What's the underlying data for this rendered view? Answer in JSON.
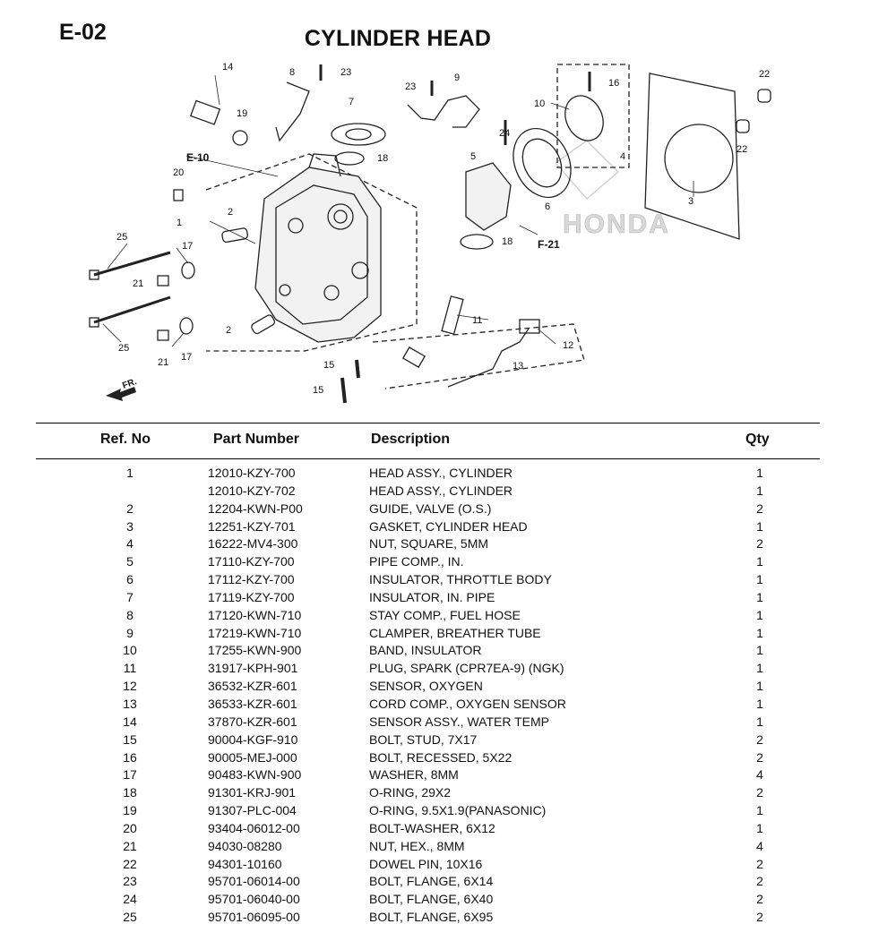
{
  "page": {
    "code": "E-02",
    "title": "CYLINDER HEAD"
  },
  "diagram": {
    "brand": "HONDA",
    "callouts": [
      "1",
      "2",
      "2",
      "3",
      "4",
      "5",
      "6",
      "7",
      "8",
      "9",
      "10",
      "11",
      "12",
      "13",
      "14",
      "15",
      "15",
      "16",
      "17",
      "17",
      "18",
      "18",
      "19",
      "20",
      "21",
      "21",
      "22",
      "22",
      "23",
      "23",
      "24",
      "25",
      "25"
    ],
    "refs": [
      "E-10",
      "F-21"
    ],
    "direction": "FR."
  },
  "table": {
    "headers": {
      "ref": "Ref. No",
      "part": "Part Number",
      "desc": "Description",
      "qty": "Qty"
    },
    "rows": [
      {
        "ref": "1",
        "part": "12010-KZY-700",
        "desc": "HEAD ASSY., CYLINDER",
        "qty": "1"
      },
      {
        "ref": "",
        "part": "12010-KZY-702",
        "desc": "HEAD ASSY., CYLINDER",
        "qty": "1"
      },
      {
        "ref": "2",
        "part": "12204-KWN-P00",
        "desc": "GUIDE, VALVE (O.S.)",
        "qty": "2"
      },
      {
        "ref": "3",
        "part": "12251-KZY-701",
        "desc": "GASKET, CYLINDER HEAD",
        "qty": "1"
      },
      {
        "ref": "4",
        "part": "16222-MV4-300",
        "desc": "NUT, SQUARE, 5MM",
        "qty": "2"
      },
      {
        "ref": "5",
        "part": "17110-KZY-700",
        "desc": "PIPE COMP., IN.",
        "qty": "1"
      },
      {
        "ref": "6",
        "part": "17112-KZY-700",
        "desc": "INSULATOR, THROTTLE BODY",
        "qty": "1"
      },
      {
        "ref": "7",
        "part": "17119-KZY-700",
        "desc": "INSULATOR, IN. PIPE",
        "qty": "1"
      },
      {
        "ref": "8",
        "part": "17120-KWN-710",
        "desc": "STAY COMP., FUEL HOSE",
        "qty": "1"
      },
      {
        "ref": "9",
        "part": "17219-KWN-710",
        "desc": "CLAMPER, BREATHER TUBE",
        "qty": "1"
      },
      {
        "ref": "10",
        "part": "17255-KWN-900",
        "desc": "BAND, INSULATOR",
        "qty": "1"
      },
      {
        "ref": "11",
        "part": "31917-KPH-901",
        "desc": "PLUG, SPARK (CPR7EA-9) (NGK)",
        "qty": "1"
      },
      {
        "ref": "12",
        "part": "36532-KZR-601",
        "desc": "SENSOR, OXYGEN",
        "qty": "1"
      },
      {
        "ref": "13",
        "part": "36533-KZR-601",
        "desc": "CORD COMP., OXYGEN SENSOR",
        "qty": "1"
      },
      {
        "ref": "14",
        "part": "37870-KZR-601",
        "desc": "SENSOR ASSY., WATER TEMP",
        "qty": "1"
      },
      {
        "ref": "15",
        "part": "90004-KGF-910",
        "desc": "BOLT, STUD, 7X17",
        "qty": "2"
      },
      {
        "ref": "16",
        "part": "90005-MEJ-000",
        "desc": "BOLT, RECESSED, 5X22",
        "qty": "2"
      },
      {
        "ref": "17",
        "part": "90483-KWN-900",
        "desc": "WASHER, 8MM",
        "qty": "4"
      },
      {
        "ref": "18",
        "part": "91301-KRJ-901",
        "desc": "O-RING, 29X2",
        "qty": "2"
      },
      {
        "ref": "19",
        "part": "91307-PLC-004",
        "desc": "O-RING, 9.5X1.9(PANASONIC)",
        "qty": "1"
      },
      {
        "ref": "20",
        "part": "93404-06012-00",
        "desc": "BOLT-WASHER, 6X12",
        "qty": "1"
      },
      {
        "ref": "21",
        "part": "94030-08280",
        "desc": "NUT, HEX., 8MM",
        "qty": "4"
      },
      {
        "ref": "22",
        "part": "94301-10160",
        "desc": "DOWEL PIN, 10X16",
        "qty": "2"
      },
      {
        "ref": "23",
        "part": "95701-06014-00",
        "desc": "BOLT, FLANGE, 6X14",
        "qty": "2"
      },
      {
        "ref": "24",
        "part": "95701-06040-00",
        "desc": "BOLT, FLANGE, 6X40",
        "qty": "2"
      },
      {
        "ref": "25",
        "part": "95701-06095-00",
        "desc": "BOLT, FLANGE, 6X95",
        "qty": "2"
      }
    ]
  }
}
